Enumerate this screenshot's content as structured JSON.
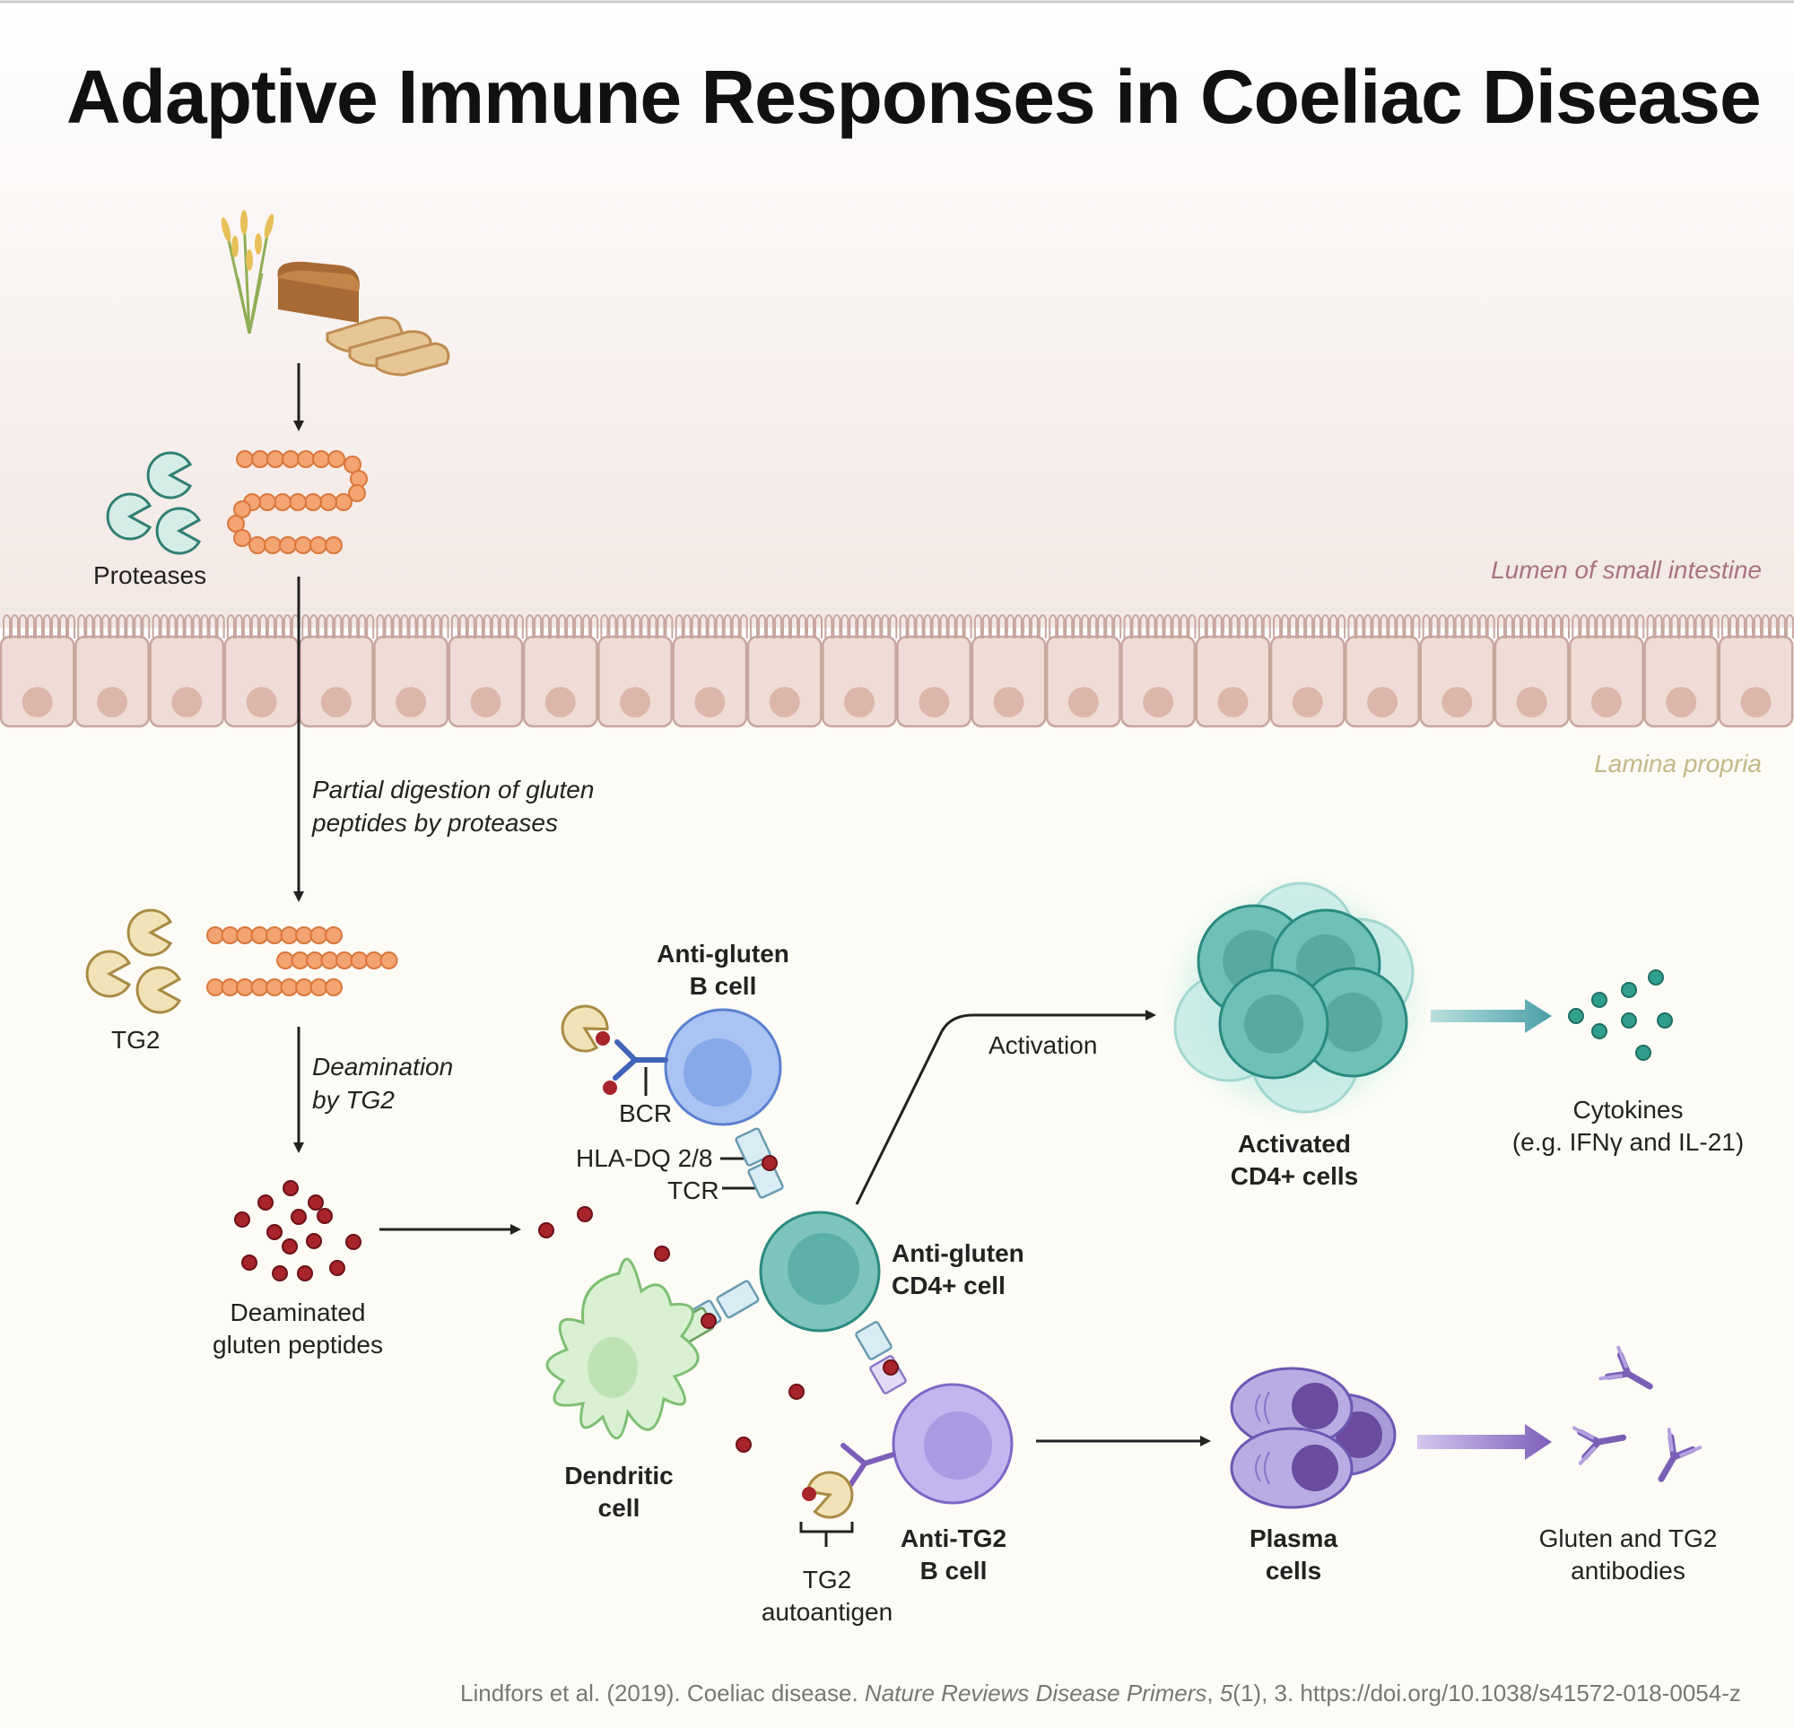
{
  "title": "Adaptive Immune Responses in Coeliac Disease",
  "zones": {
    "lumen": "Lumen of small intestine",
    "lamina": "Lamina propria"
  },
  "labels": {
    "proteases": "Proteases",
    "tg2": "TG2",
    "partial_digestion_1": "Partial digestion of gluten",
    "partial_digestion_2": "peptides by proteases",
    "deamination_1": "Deamination",
    "deamination_2": "by TG2",
    "deaminated_1": "Deaminated",
    "deaminated_2": "gluten peptides",
    "anti_gluten_b_1": "Anti-gluten",
    "anti_gluten_b_2": "B cell",
    "bcr": "BCR",
    "hla": "HLA-DQ 2/8",
    "tcr": "TCR",
    "anti_gluten_cd4_1": "Anti-gluten",
    "anti_gluten_cd4_2": "CD4+ cell",
    "dendritic_1": "Dendritic",
    "dendritic_2": "cell",
    "anti_tg2_1": "Anti-TG2",
    "anti_tg2_2": "B cell",
    "tg2_auto_1": "TG2",
    "tg2_auto_2": "autoantigen",
    "activation": "Activation",
    "activated_1": "Activated",
    "activated_2": "CD4+ cells",
    "cytokines_1": "Cytokines",
    "cytokines_2": "(e.g. IFNγ and IL-21)",
    "plasma_1": "Plasma",
    "plasma_2": "cells",
    "antibodies_1": "Gluten and TG2",
    "antibodies_2": "antibodies"
  },
  "citation": {
    "prefix": "Lindfors et al. (2019). Coeliac disease. ",
    "journal": "Nature Reviews Disease Primers",
    "comma": ", ",
    "volume": "5",
    "suffix": "(1), 3. https://doi.org/10.1038/s41572-018-0054-z"
  },
  "colors": {
    "peptide": "#f4a470",
    "deaminated": "#a8242b",
    "protease": "#d5ece7",
    "tg2": "#f1e2b8",
    "b_cell": "#a9c3f2",
    "cd4": "#7cc4bc",
    "dendritic": "#d9f0d3",
    "anti_tg2": "#c3b6ee",
    "plasma": "#a89bd8",
    "epithelium": "#efdcd6",
    "lumen_label": "#a7737f",
    "lamina_label": "#c3b88a"
  },
  "icons": [
    "wheat-icon",
    "bread-icon",
    "protease-icon",
    "tg2-enzyme-icon",
    "antibody-icon"
  ]
}
